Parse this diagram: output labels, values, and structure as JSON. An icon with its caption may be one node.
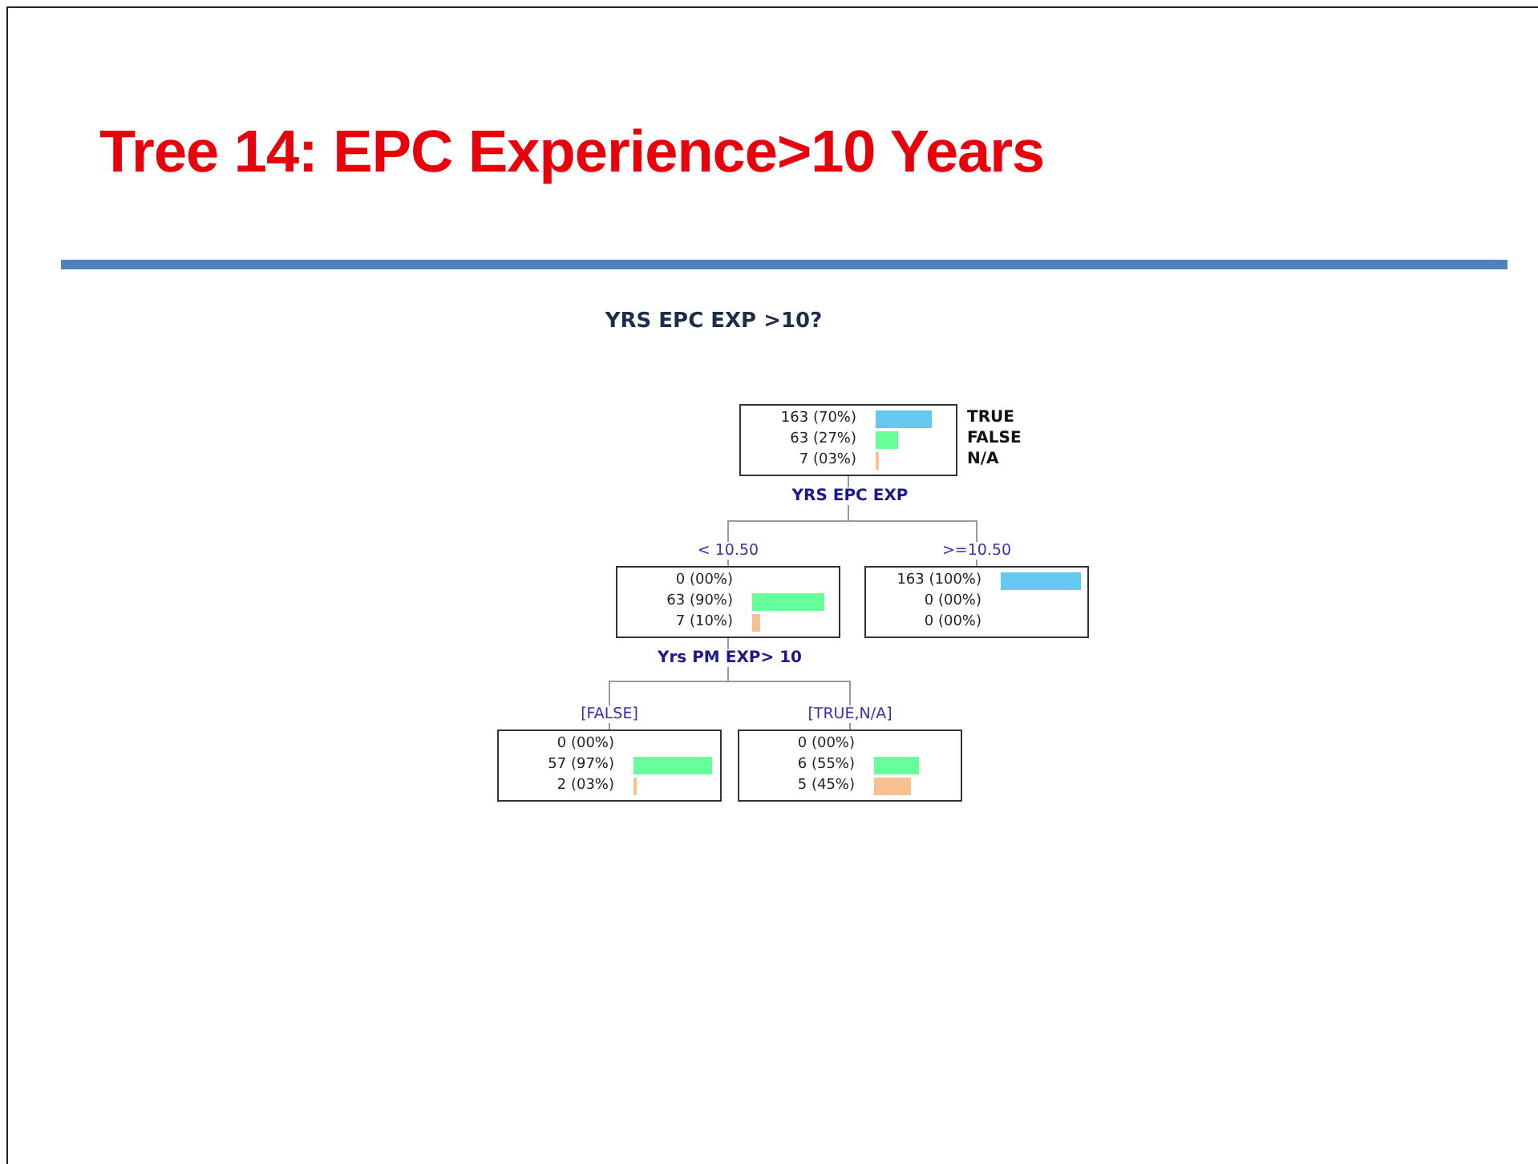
{
  "diagram": {
    "title": "Tree 14: EPC Experience>10 Years",
    "nodes": [
      {
        "text": [
          "163 (70%)",
          "63 (27%)",
          "7 (03%)"
        ],
        "beside": [
          "TRUE",
          "FALSE",
          "N/A"
        ]
      },
      {
        "text": [
          "0 (00%)",
          "63 (90%)",
          "7 (10%)"
        ]
      },
      {
        "text": [
          "163 (100%)",
          "0 (00%)",
          "0 (00%)"
        ]
      },
      {
        "text": [
          "0 (00%)",
          "57 (97%)",
          "2 (03%)"
        ]
      },
      {
        "text": [
          "0 (00%)",
          "6 (55%)",
          "5 (45%)"
        ]
      }
    ],
    "edges": [
      {
        "from": 0,
        "to": 1,
        "arrow": "none",
        "label": "< 10.50"
      },
      {
        "from": 0,
        "to": 2,
        "arrow": "none",
        "label": ">=10.50"
      },
      {
        "from": 1,
        "to": 3,
        "arrow": "none",
        "label": "[FALSE]"
      },
      {
        "from": 1,
        "to": 4,
        "arrow": "none",
        "label": "[TRUE,N/A]"
      }
    ],
    "labels": [
      "YRS EPC EXP >10?",
      "YRS EPC EXP",
      "Yrs PM EXP> 10"
    ]
  }
}
